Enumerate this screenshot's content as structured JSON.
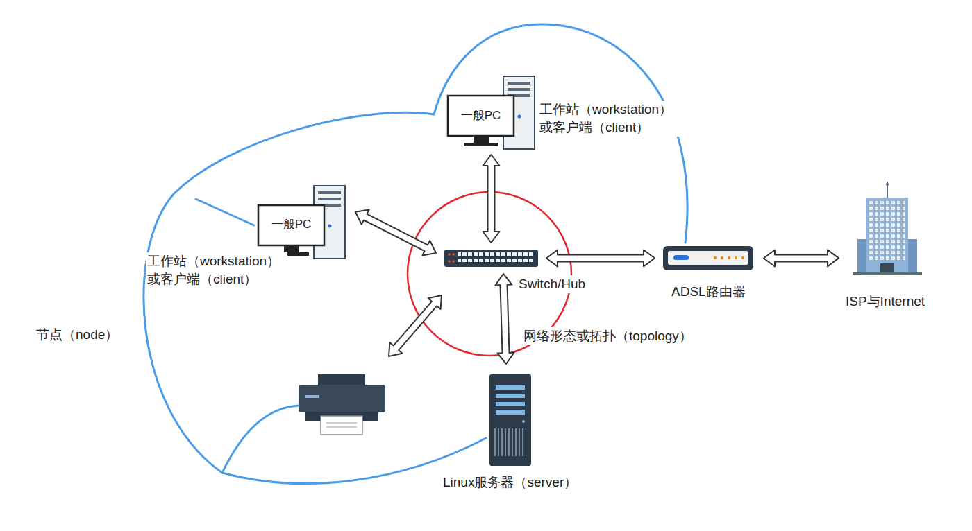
{
  "diagram": {
    "nodes": [
      {
        "text": [
          "一般PC",
          "工作站（workstation）或客户端（client）"
        ]
      },
      {
        "text": [
          "一般PC",
          "工作站（workstation）或客户端（client）"
        ]
      },
      {
        "text": [
          "Switch/Hub"
        ]
      },
      {
        "text": [
          "ADSL路由器"
        ]
      },
      {
        "text": [
          "ISP与Internet"
        ]
      },
      {
        "text": [
          "Linux服务器（server）"
        ]
      }
    ],
    "edges": [
      {
        "from": 0,
        "to": 2,
        "arrow": "both"
      },
      {
        "from": 1,
        "to": 2,
        "arrow": "both"
      },
      {
        "from": 2,
        "to": 3,
        "arrow": "both"
      },
      {
        "from": 2,
        "to": 5,
        "arrow": "both"
      },
      {
        "from": 3,
        "to": 4,
        "arrow": "both"
      }
    ],
    "labels": [
      "节点（node）",
      "网络形态或拓扑（topology）"
    ]
  }
}
